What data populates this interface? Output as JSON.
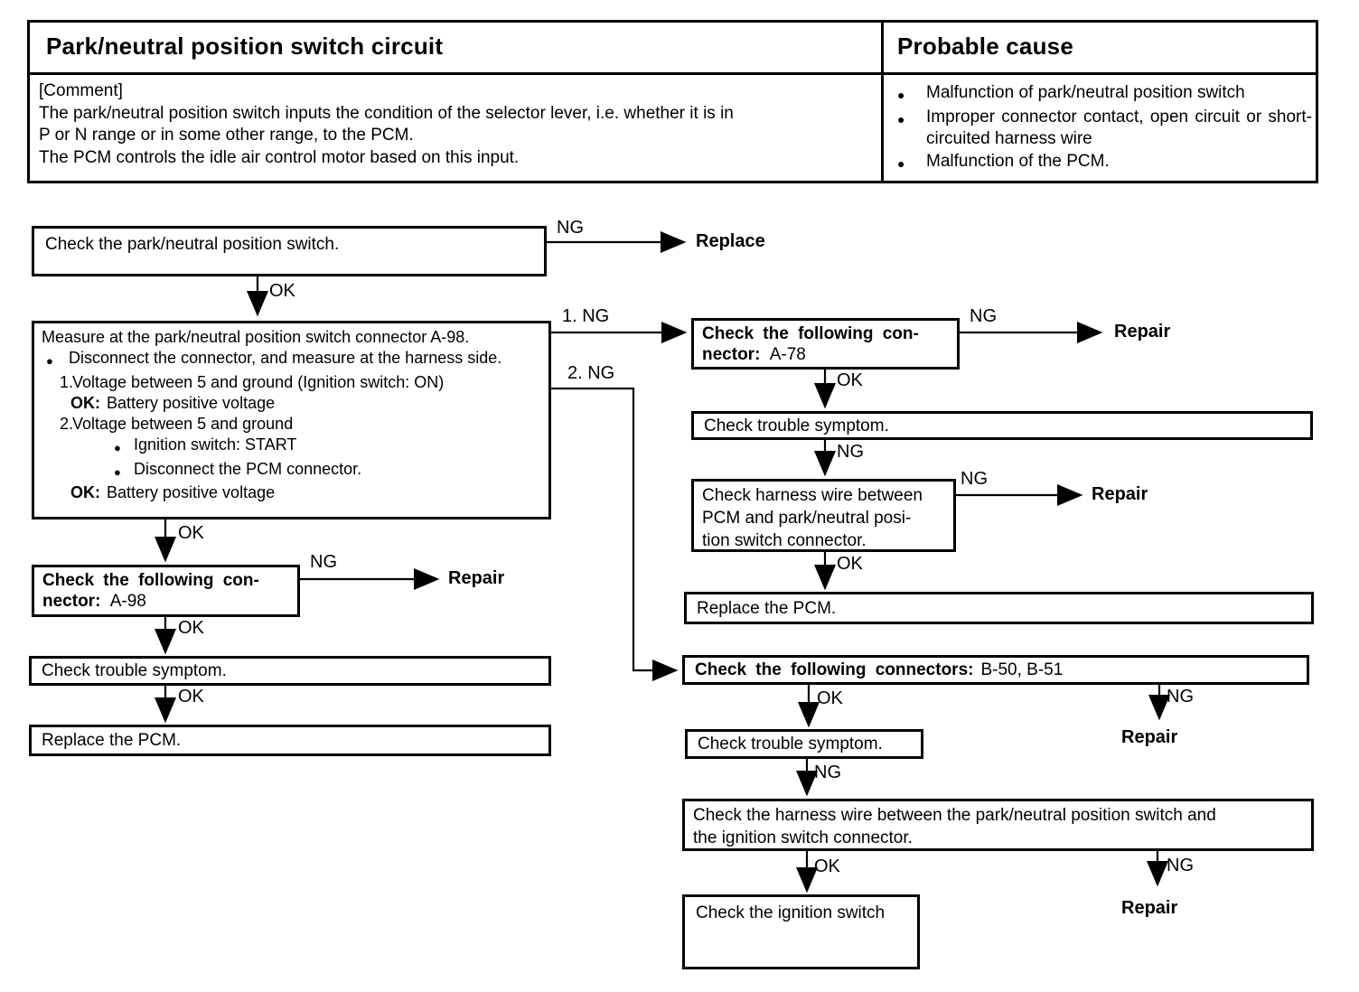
{
  "glyphs": {
    "bullet": "●"
  },
  "header": {
    "title": "Park/neutral position switch circuit",
    "probable_cause_title": "Probable cause",
    "comment_label": "[Comment]",
    "comment_line1": "The park/neutral position switch inputs the condition of the selector lever, i.e. whether it is in",
    "comment_line2": "P or N range or in some other range, to the PCM.",
    "comment_line3": "The PCM controls the idle air control motor based on this input.",
    "causes": [
      "Malfunction of park/neutral position switch",
      "Improper connector contact, open circuit or short-circuited harness wire",
      "Malfunction of the PCM."
    ]
  },
  "flow": {
    "check_switch": "Check the park/neutral position switch.",
    "measure": {
      "title": "Measure at the park/neutral position switch connector A-98.",
      "bullet1": "Disconnect the connector, and measure at the harness side.",
      "step1_num": "1.",
      "step1_text": "Voltage between 5 and ground (Ignition switch: ON)",
      "ok_label": "OK:",
      "step1_ok": "Battery positive voltage",
      "step2_num": "2.",
      "step2_text": "Voltage between 5 and ground",
      "step2_sub1": "Ignition switch: START",
      "step2_sub2": "Disconnect the PCM connector.",
      "step2_ok": "Battery positive voltage"
    },
    "connector_a98": {
      "line1": "Check the following con-",
      "line2": "nector:",
      "value": "A-98"
    },
    "connector_a78": {
      "line1": "Check the following con-",
      "line2": "nector:",
      "value": "A-78"
    },
    "connectors_b": {
      "label": "Check the following connectors:",
      "value": "B-50, B-51"
    },
    "check_trouble": "Check trouble symptom.",
    "replace_pcm": "Replace the PCM.",
    "harness_pcm": {
      "line1": "Check harness wire between",
      "line2": "PCM and park/neutral posi-",
      "line3": "tion switch connector."
    },
    "harness_ign": {
      "line1": "Check the harness wire between the park/neutral position switch and",
      "line2": "the ignition switch connector."
    },
    "check_ignition": "Check the ignition switch",
    "labels": {
      "ok": "OK",
      "ng": "NG",
      "ng_1": "1. NG",
      "ng_2": "2. NG"
    },
    "terminals": {
      "repair": "Repair",
      "replace": "Replace"
    }
  }
}
